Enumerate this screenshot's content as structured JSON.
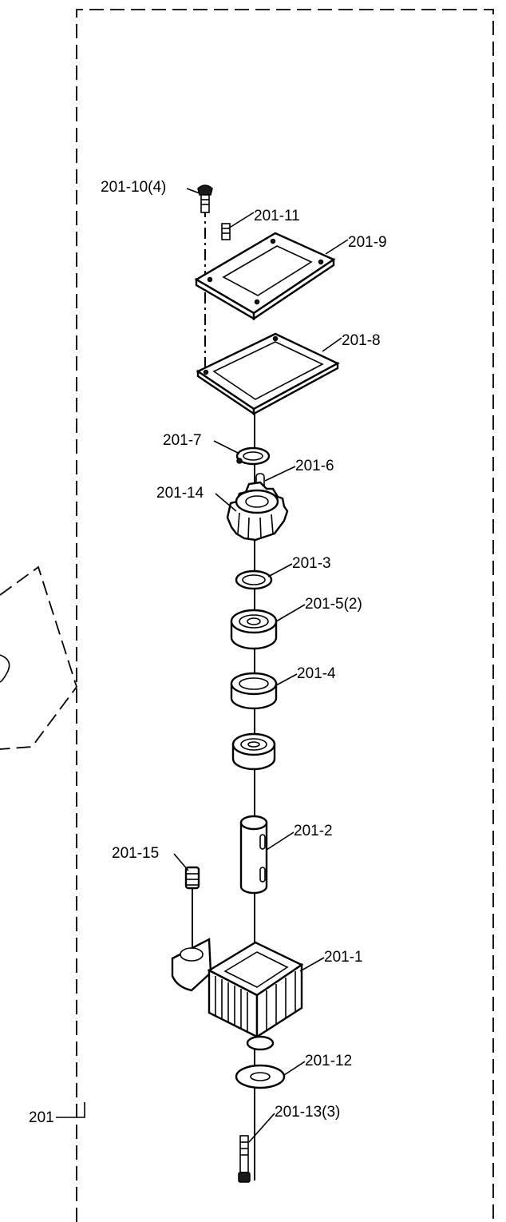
{
  "assembly_label": "201",
  "parts": [
    {
      "id": "p10",
      "label": "201-10(4)"
    },
    {
      "id": "p11",
      "label": "201-11"
    },
    {
      "id": "p9",
      "label": "201-9"
    },
    {
      "id": "p8",
      "label": "201-8"
    },
    {
      "id": "p7",
      "label": "201-7"
    },
    {
      "id": "p6",
      "label": "201-6"
    },
    {
      "id": "p14",
      "label": "201-14"
    },
    {
      "id": "p3",
      "label": "201-3"
    },
    {
      "id": "p5",
      "label": "201-5(2)"
    },
    {
      "id": "p4",
      "label": "201-4"
    },
    {
      "id": "p2",
      "label": "201-2"
    },
    {
      "id": "p15",
      "label": "201-15"
    },
    {
      "id": "p1",
      "label": "201-1"
    },
    {
      "id": "p12",
      "label": "201-12"
    },
    {
      "id": "p13",
      "label": "201-13(3)"
    }
  ]
}
